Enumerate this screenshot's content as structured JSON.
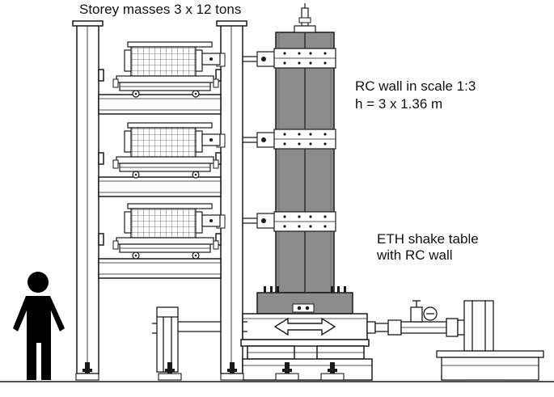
{
  "labels": {
    "storey_masses": "Storey masses 3 x 12 tons",
    "rc_wall_line1": "RC wall in scale 1:3",
    "rc_wall_line2": "h = 3 x 1.36 m",
    "shake_table_line1": "ETH shake table",
    "shake_table_line2": "with RC wall"
  },
  "colors": {
    "wall": "#8c8c8c",
    "frame_fill": "#ffffff",
    "stroke": "#1a1a1a",
    "grid": "#555555",
    "person": "#000000",
    "arrow": "#ffffff"
  }
}
